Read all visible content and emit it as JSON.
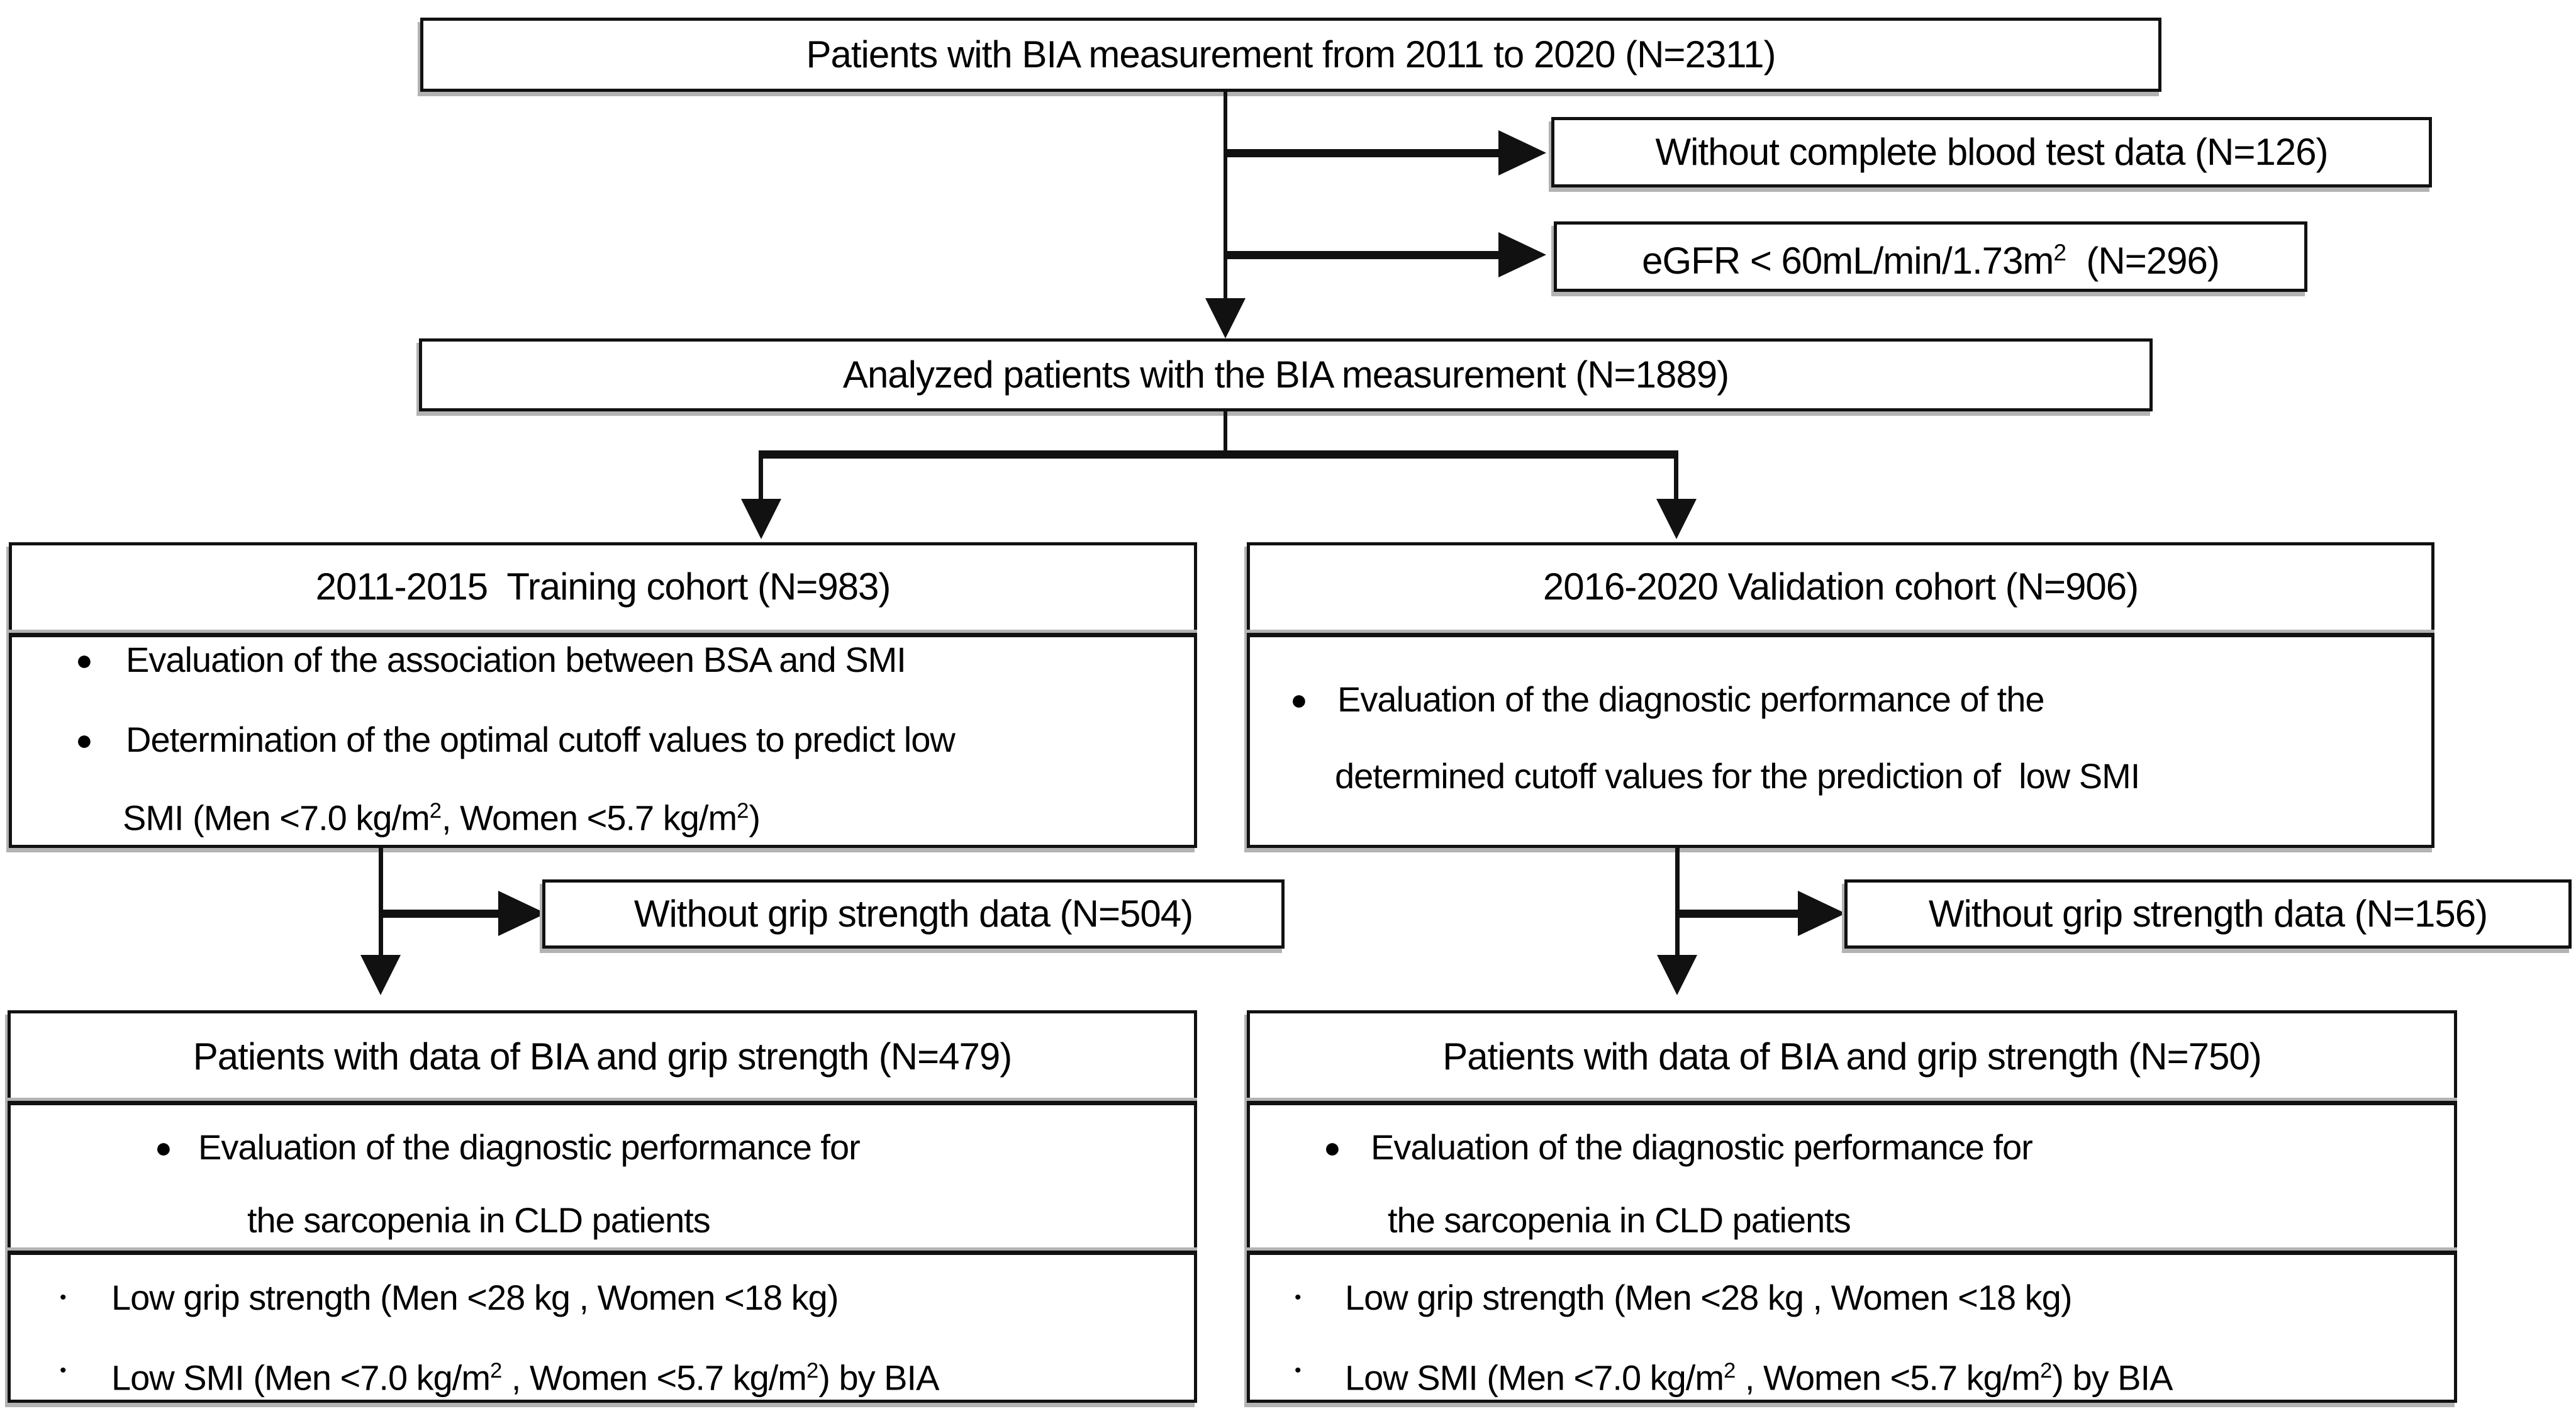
{
  "colors": {
    "background": "#ffffff",
    "line": "#111111",
    "text": "#000000",
    "shadow": "#b3b3b3"
  },
  "glyphs": {
    "bullet": "●",
    "dot": "•"
  },
  "boxes": {
    "initial": {
      "title": "Patients with BIA measurement from 2011 to 2020 (N=2311)"
    },
    "excl_blood": {
      "title": "Without complete blood test data (N=126)"
    },
    "excl_egfr": {
      "t1": "eGFR < 60mL/min/1.73m",
      "sup": "2",
      "t2": "  (N=296)"
    },
    "analyzed": {
      "title": "Analyzed patients with the BIA measurement (N=1889)"
    },
    "training": {
      "title": "2011-2015  Training cohort (N=983)",
      "bullet1": "Evaluation of the association between BSA and SMI",
      "bullet2_line1": "Determination of the optimal cutoff values to predict low",
      "bullet2_line2_a": "SMI (Men <7.0 kg/m",
      "bullet2_line2_sup1": "2",
      "bullet2_line2_b": ", Women <5.7 kg/m",
      "bullet2_line2_sup2": "2",
      "bullet2_line2_c": ")"
    },
    "validation": {
      "title": "2016-2020 Validation cohort (N=906)",
      "bullet1_line1": "Evaluation of the diagnostic performance of the",
      "bullet1_line2": "determined cutoff values for the prediction of  low SMI"
    },
    "excl_grip_training": {
      "title": "Without grip strength data (N=504)"
    },
    "excl_grip_validation": {
      "title": "Without grip strength data (N=156)"
    },
    "final_training": {
      "title": "Patients with data of BIA and grip strength (N=479)",
      "bullet1_line1": "Evaluation of the diagnostic performance for",
      "bullet1_line2": "the sarcopenia in CLD patients",
      "item1": "Low grip strength (Men <28 kg , Women <18 kg)",
      "item2_a": "Low SMI (Men <7.0 kg/m",
      "item2_sup1": "2",
      "item2_b": " , Women <5.7 kg/m",
      "item2_sup2": "2",
      "item2_c": ") by BIA"
    },
    "final_validation": {
      "title": "Patients with data of BIA and grip strength (N=750)",
      "bullet1_line1": "Evaluation of the diagnostic performance for",
      "bullet1_line2": "the sarcopenia in CLD patients",
      "item1": "Low grip strength (Men <28 kg , Women <18 kg)",
      "item2_a": "Low SMI (Men <7.0 kg/m",
      "item2_sup1": "2",
      "item2_b": " , Women <5.7 kg/m",
      "item2_sup2": "2",
      "item2_c": ") by BIA"
    }
  }
}
